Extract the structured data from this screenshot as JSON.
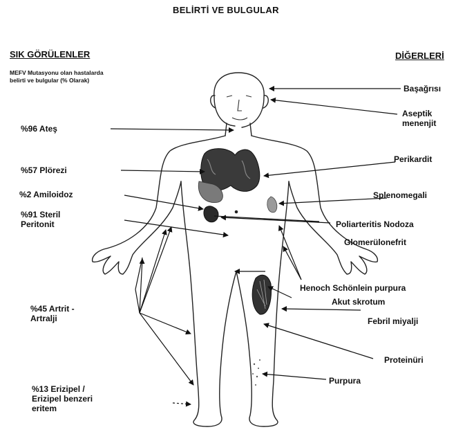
{
  "title": "BELİRTİ VE BULGULAR",
  "left": {
    "header": "SIK GÖRÜLENLER",
    "subtitle": "MEFV Mutasyonu olan hastalarda\nbelirti ve bulgular (% Olarak)",
    "items": [
      {
        "text": "%96 Ateş"
      },
      {
        "text": "%57 Plörezi"
      },
      {
        "text": "%2 Amiloidoz"
      },
      {
        "text": "%91 Steril\nPeritonit"
      },
      {
        "text": "%45 Artrit -\nArtralji"
      },
      {
        "text": "%13 Erizipel /\nErizipel benzeri\neritem"
      }
    ]
  },
  "right": {
    "header": "DİĞERLERİ",
    "items": [
      {
        "text": "Başağrısı"
      },
      {
        "text": "Aseptik\nmenenjit"
      },
      {
        "text": "Perikardit"
      },
      {
        "text": "Splenomegali"
      },
      {
        "text": "Poliarteritis Nodoza"
      },
      {
        "text": "Glomerülonefrit"
      },
      {
        "text": "Henoch Schönlein purpura"
      },
      {
        "text": "Akut skrotum"
      },
      {
        "text": "Febril miyalji"
      },
      {
        "text": "Proteinüri"
      },
      {
        "text": "Purpura"
      }
    ]
  }
}
